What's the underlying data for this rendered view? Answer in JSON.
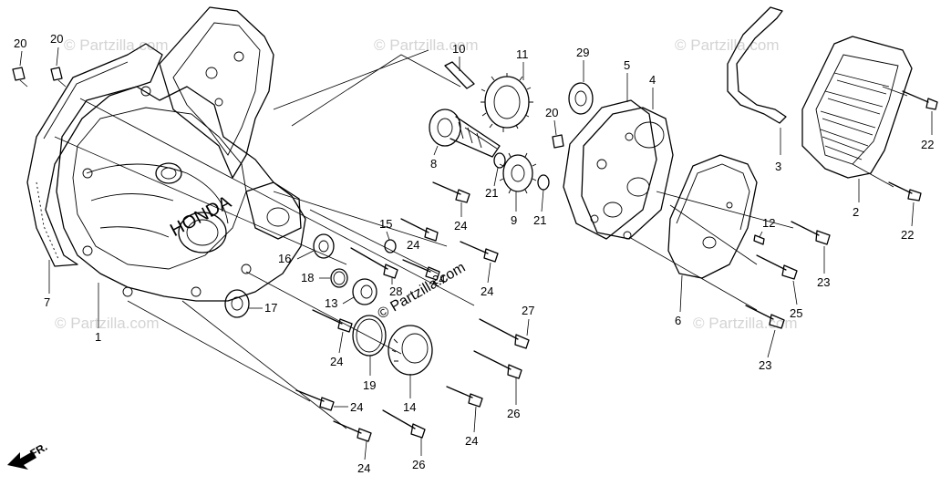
{
  "watermarks": [
    "© Partzilla.com",
    "© Partzilla.com",
    "© Partzilla.com",
    "© Partzilla.com",
    "© Partzilla.com"
  ],
  "brand_watermark": "© Partzilla.com",
  "cover_logo": "HONDA",
  "front_arrow_label": "FR.",
  "callouts": {
    "c1": "1",
    "c2": "2",
    "c3": "3",
    "c4": "4",
    "c5": "5",
    "c6": "6",
    "c7": "7",
    "c8": "8",
    "c9": "9",
    "c10": "10",
    "c11": "11",
    "c12": "12",
    "c13": "13",
    "c14": "14",
    "c15": "15",
    "c16": "16",
    "c17": "17",
    "c18": "18",
    "c19": "19",
    "c20a": "20",
    "c20b": "20",
    "c20c": "20",
    "c21a": "21",
    "c21b": "21",
    "c22a": "22",
    "c22b": "22",
    "c23a": "23",
    "c23b": "23",
    "c24a": "24",
    "c24b": "24",
    "c24c": "24",
    "c24d": "24",
    "c24e": "24",
    "c24f": "24",
    "c24g": "24",
    "c24h": "24",
    "c25": "25",
    "c26a": "26",
    "c26b": "26",
    "c27": "27",
    "c28": "28",
    "c29": "29"
  }
}
